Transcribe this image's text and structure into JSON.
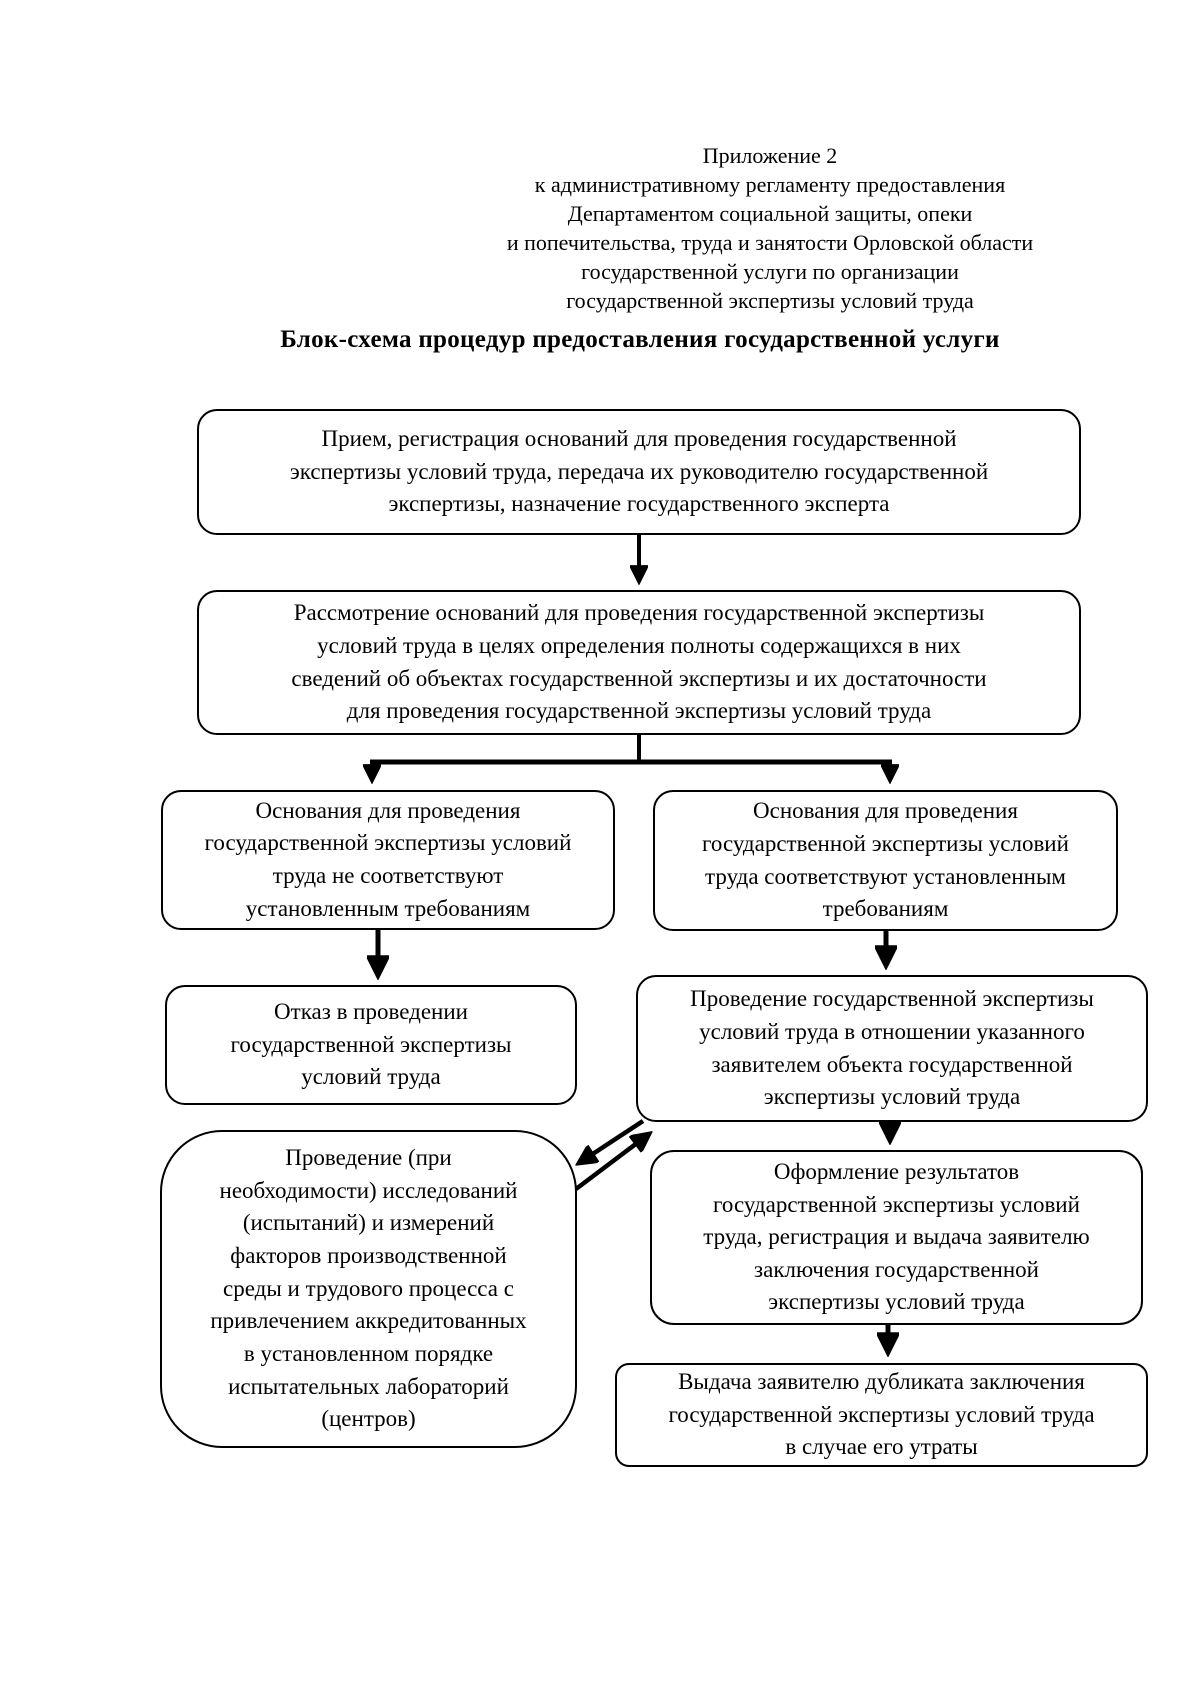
{
  "document": {
    "appendix_lines": [
      "Приложение 2",
      "к административному регламенту предоставления",
      "Департаментом социальной защиты, опеки",
      "и попечительства, труда и занятости Орловской области",
      "государственной услуги по организации",
      "государственной экспертизы условий труда"
    ],
    "title": "Блок-схема процедур предоставления государственной услуги"
  },
  "flowchart": {
    "reception": "Прием, регистрация оснований для проведения государственной\nэкспертизы условий труда, передача их руководителю государственной\nэкспертизы, назначение государственного эксперта",
    "review": "Рассмотрение оснований для проведения государственной экспертизы\nусловий труда в целях определения полноты содержащихся в них\nсведений об объектах государственной экспертизы и их достаточности\nдля проведения государственной экспертизы условий труда",
    "grounds_not_conforming": "Основания для проведения\nгосударственной экспертизы условий\nтруда не соответствуют\nустановленным требованиям",
    "grounds_conforming": "Основания для проведения\nгосударственной экспертизы условий\nтруда соответствуют установленным\nтребованиям",
    "refusal": "Отказ в проведении\nгосударственной экспертизы\nусловий труда",
    "conduct_expertise": "Проведение государственной экспертизы\nусловий труда в отношении указанного\nзаявителем объекта государственной\nэкспертизы условий труда",
    "lab_research": "Проведение (при\nнеобходимости) исследований\n(испытаний) и измерений\nфакторов производственной\nсреды и трудового процесса с\nпривлечением аккредитованных\nв установленном порядке\nиспытательных лабораторий\n(центров)",
    "results_registration": "Оформление результатов\nгосударственной экспертизы условий\nтруда, регистрация и выдача заявителю\nзаключения государственной\nэкспертизы условий труда",
    "duplicate_issuance": "Выдача заявителю дубликата заключения\nгосударственной экспертизы условий труда\nв случае его утраты"
  },
  "colors": {
    "ink": "#000000",
    "paper": "#ffffff"
  }
}
